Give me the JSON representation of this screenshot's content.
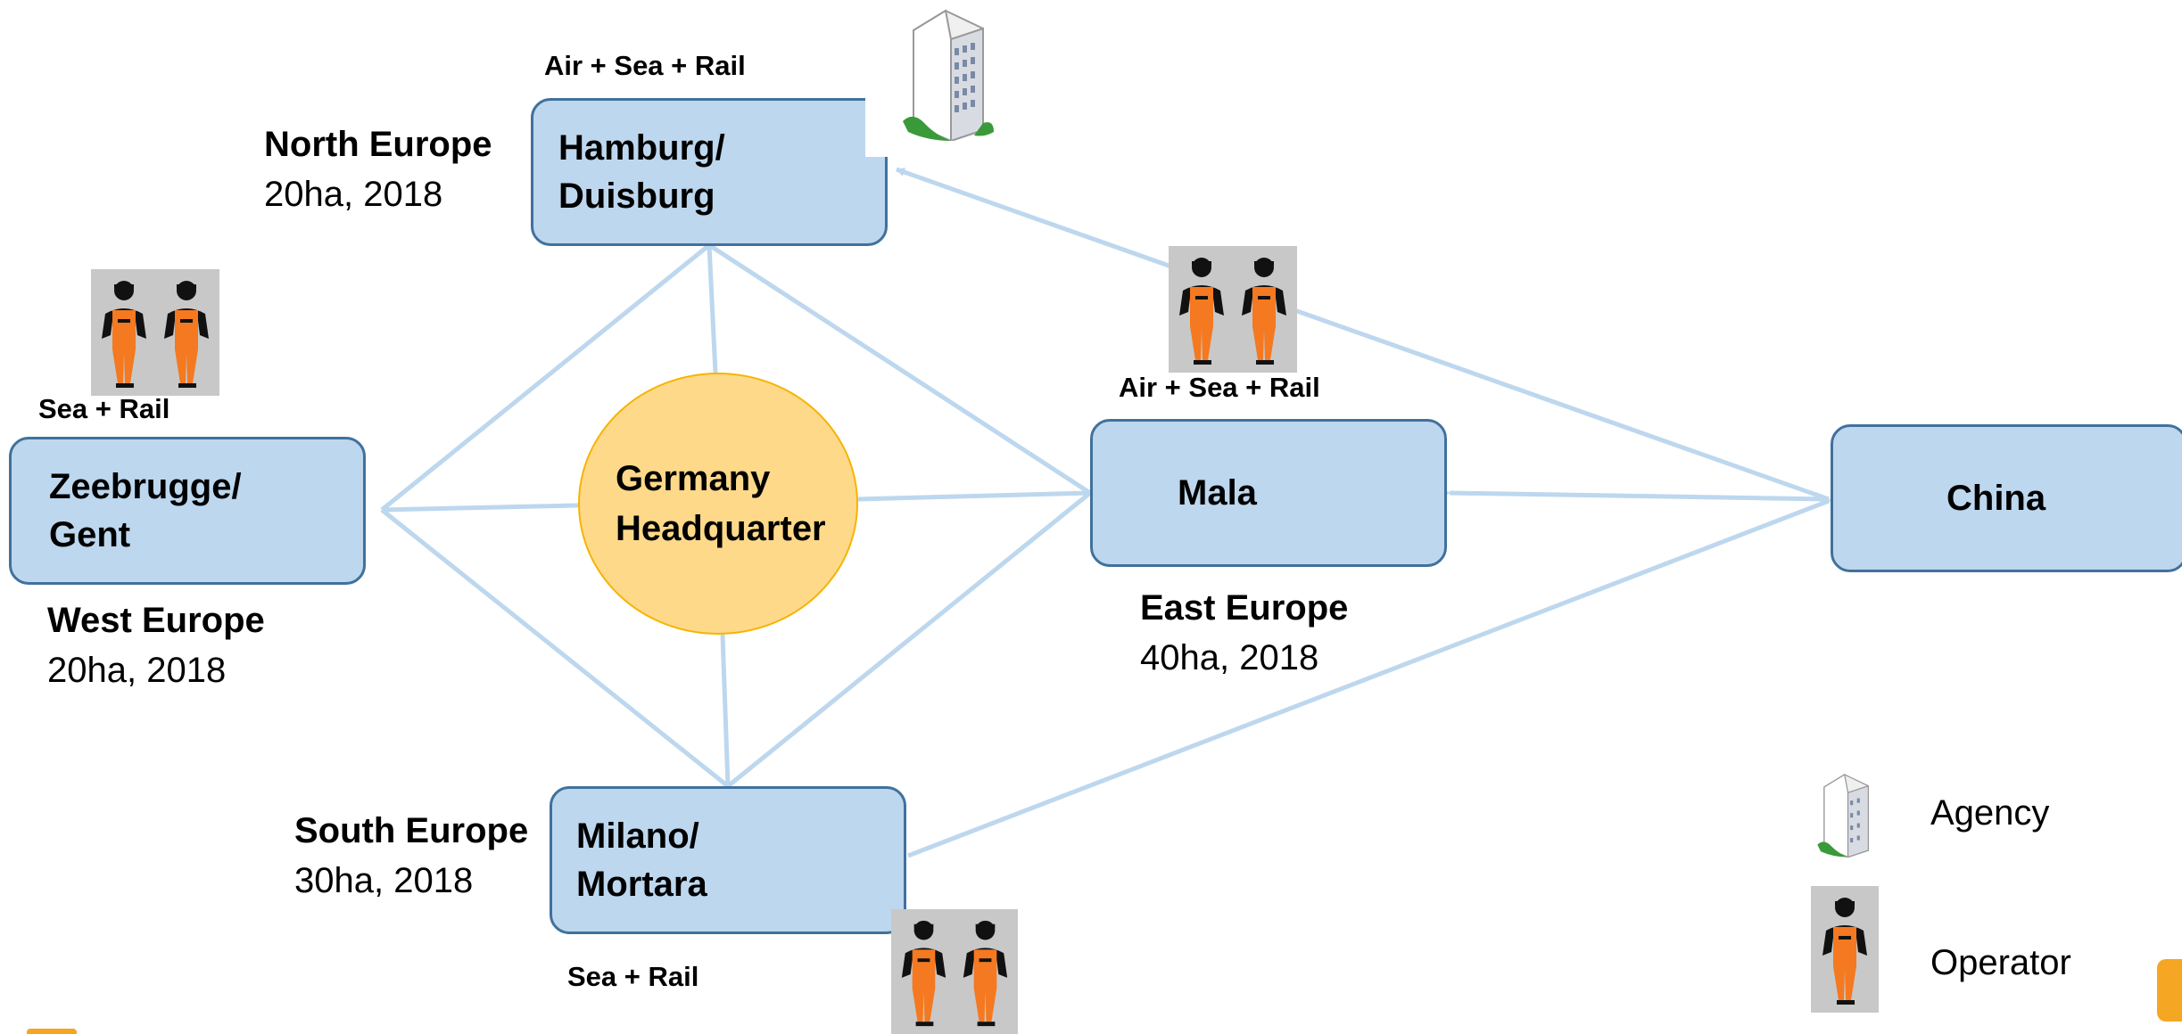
{
  "hub": {
    "line1": "Germany",
    "line2": "Headquarter"
  },
  "nodes": {
    "hamburg": {
      "line1": "Hamburg/",
      "line2": "Duisburg"
    },
    "zeebrugge": {
      "line1": "Zeebrugge/",
      "line2": "Gent"
    },
    "mala": {
      "label": "Mala"
    },
    "china": {
      "label": "China"
    },
    "milano": {
      "line1": "Milano/",
      "line2": "Mortara"
    }
  },
  "regions": {
    "north": {
      "name": "North Europe",
      "detail": "20ha, 2018"
    },
    "west": {
      "name": "West Europe",
      "detail": "20ha, 2018"
    },
    "east": {
      "name": "East Europe",
      "detail": "40ha, 2018"
    },
    "south": {
      "name": "South Europe",
      "detail": "30ha, 2018"
    }
  },
  "modes": {
    "hamburg": "Air + Sea + Rail",
    "zeebrugge": "Sea + Rail",
    "mala": "Air + Sea + Rail",
    "milano": "Sea + Rail"
  },
  "legend": {
    "agency": "Agency",
    "operator": "Operator"
  },
  "colors": {
    "node_fill": "#bdd7ee",
    "node_border": "#41719c",
    "hub_fill": "#fed98a",
    "connector": "#bdd7ee",
    "operator_suit": "#f47920",
    "icon_bg": "#c8c8c8",
    "accent": "#f5a623"
  },
  "icons": {
    "agency": "office-building-icon",
    "operator": "worker-pair-icon"
  }
}
